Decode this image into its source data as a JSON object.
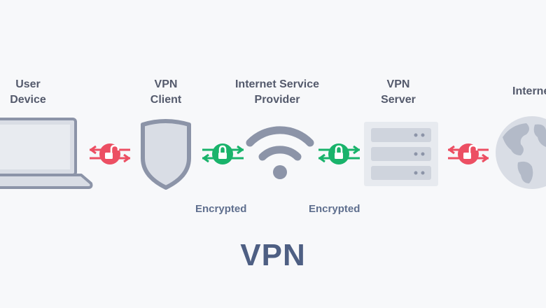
{
  "nodes": {
    "user_device": {
      "line1": "User",
      "line2": "Device"
    },
    "vpn_client": {
      "line1": "VPN",
      "line2": "Client"
    },
    "isp": {
      "line1": "Internet Service",
      "line2": "Provider"
    },
    "vpn_server": {
      "line1": "VPN",
      "line2": "Server"
    },
    "internet": {
      "line1": "Internet"
    }
  },
  "connections": {
    "encrypted_label_1": "Encrypted",
    "encrypted_label_2": "Encrypted"
  },
  "title": "VPN",
  "colors": {
    "unlocked": "#ec4f63",
    "locked": "#19b36b",
    "icon_fill": "#d9dde5",
    "icon_stroke": "#8c94a8",
    "text": "#545a6c",
    "title": "#4e5f83",
    "background": "#f7f8fa"
  },
  "icons": {
    "user_device": "laptop-icon",
    "vpn_client": "shield-icon",
    "isp": "wifi-icon",
    "vpn_server": "server-icon",
    "internet": "globe-icon",
    "links": [
      "unlocked-padlock-icon",
      "locked-padlock-icon",
      "locked-padlock-icon",
      "unlocked-padlock-icon"
    ]
  }
}
